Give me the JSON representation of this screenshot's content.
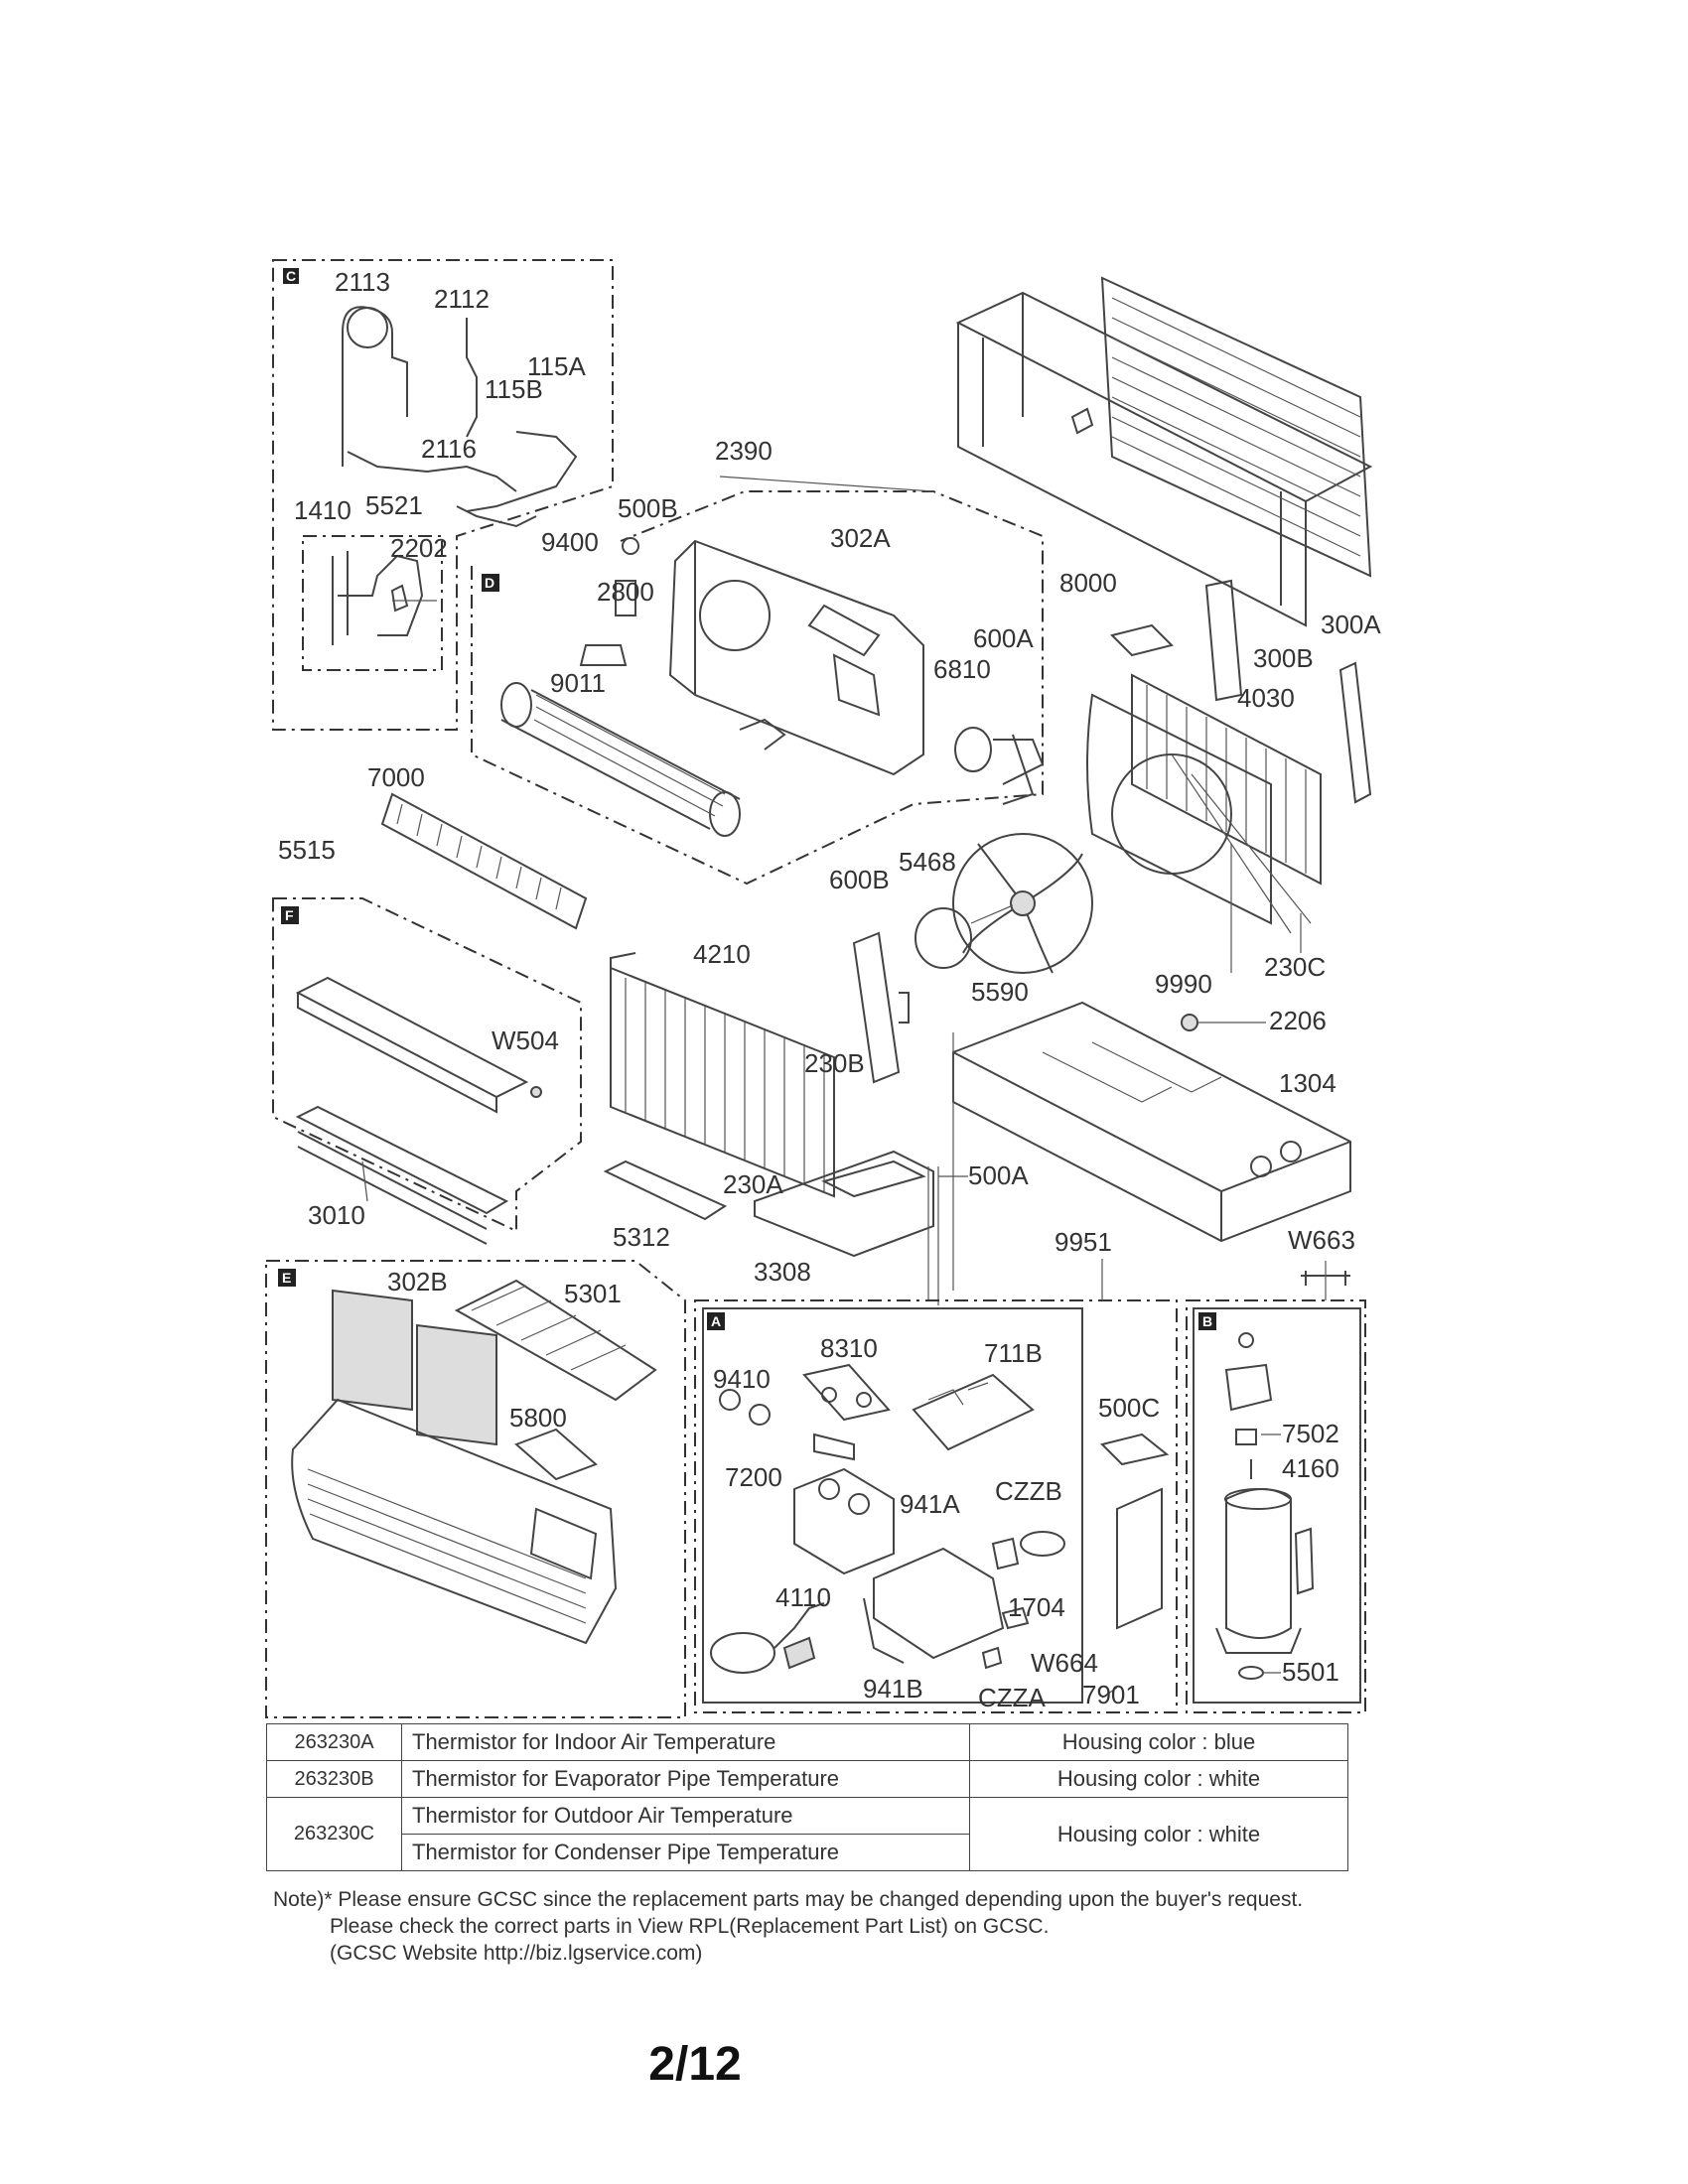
{
  "diagram": {
    "sections": {
      "C": "C",
      "D": "D",
      "F": "F",
      "E": "E",
      "A": "A",
      "B": "B"
    },
    "part_labels": {
      "p2113": "2113",
      "p2112": "2112",
      "p115A": "115A",
      "p115B": "115B",
      "p2116": "2116",
      "p1410": "1410",
      "p5521": "5521",
      "p2202": "2202",
      "p9400": "9400",
      "p500B": "500B",
      "p2390": "2390",
      "p302A": "302A",
      "p2800": "2800",
      "p9011": "9011",
      "p600A": "600A",
      "p6810": "6810",
      "p8000": "8000",
      "p300A": "300A",
      "p300B": "300B",
      "p4030": "4030",
      "p7000": "7000",
      "p5515": "5515",
      "p5468": "5468",
      "p600B": "600B",
      "p4210": "4210",
      "p5590": "5590",
      "p9990": "9990",
      "p230C": "230C",
      "pW504": "W504",
      "p230B": "230B",
      "p2206": "2206",
      "p1304": "1304",
      "p500A": "500A",
      "p230A": "230A",
      "p3010": "3010",
      "p5312": "5312",
      "p3308": "3308",
      "p9951": "9951",
      "pW663": "W663",
      "p302B": "302B",
      "p5301": "5301",
      "p5800": "5800",
      "p8310": "8310",
      "p711B": "711B",
      "p9410": "9410",
      "p500C": "500C",
      "p7502": "7502",
      "p7200": "7200",
      "p941A": "941A",
      "pCZZB": "CZZB",
      "p4160": "4160",
      "p4110": "4110",
      "p1704": "1704",
      "pW664": "W664",
      "p941B": "941B",
      "pCZZA": "CZZA",
      "p7901": "7901",
      "p5501": "5501"
    }
  },
  "table": {
    "rows": [
      {
        "code": "263230A",
        "desc": "Thermistor for Indoor Air Temperature",
        "housing": "Housing color : blue"
      },
      {
        "code": "263230B",
        "desc": "Thermistor for Evaporator Pipe Temperature",
        "housing": "Housing color : white"
      },
      {
        "code": "263230C",
        "desc": "Thermistor for Outdoor Air Temperature",
        "desc2": "Thermistor for Condenser Pipe Temperature",
        "housing": "Housing color : white"
      }
    ]
  },
  "note": {
    "line1": "Note)* Please ensure GCSC since the replacement parts may be changed depending upon the buyer's request.",
    "line2": "Please check  the correct parts in View RPL(Replacement Part List) on GCSC.",
    "line3": "(GCSC Website  http://biz.lgservice.com)"
  },
  "page_number": "2/12"
}
